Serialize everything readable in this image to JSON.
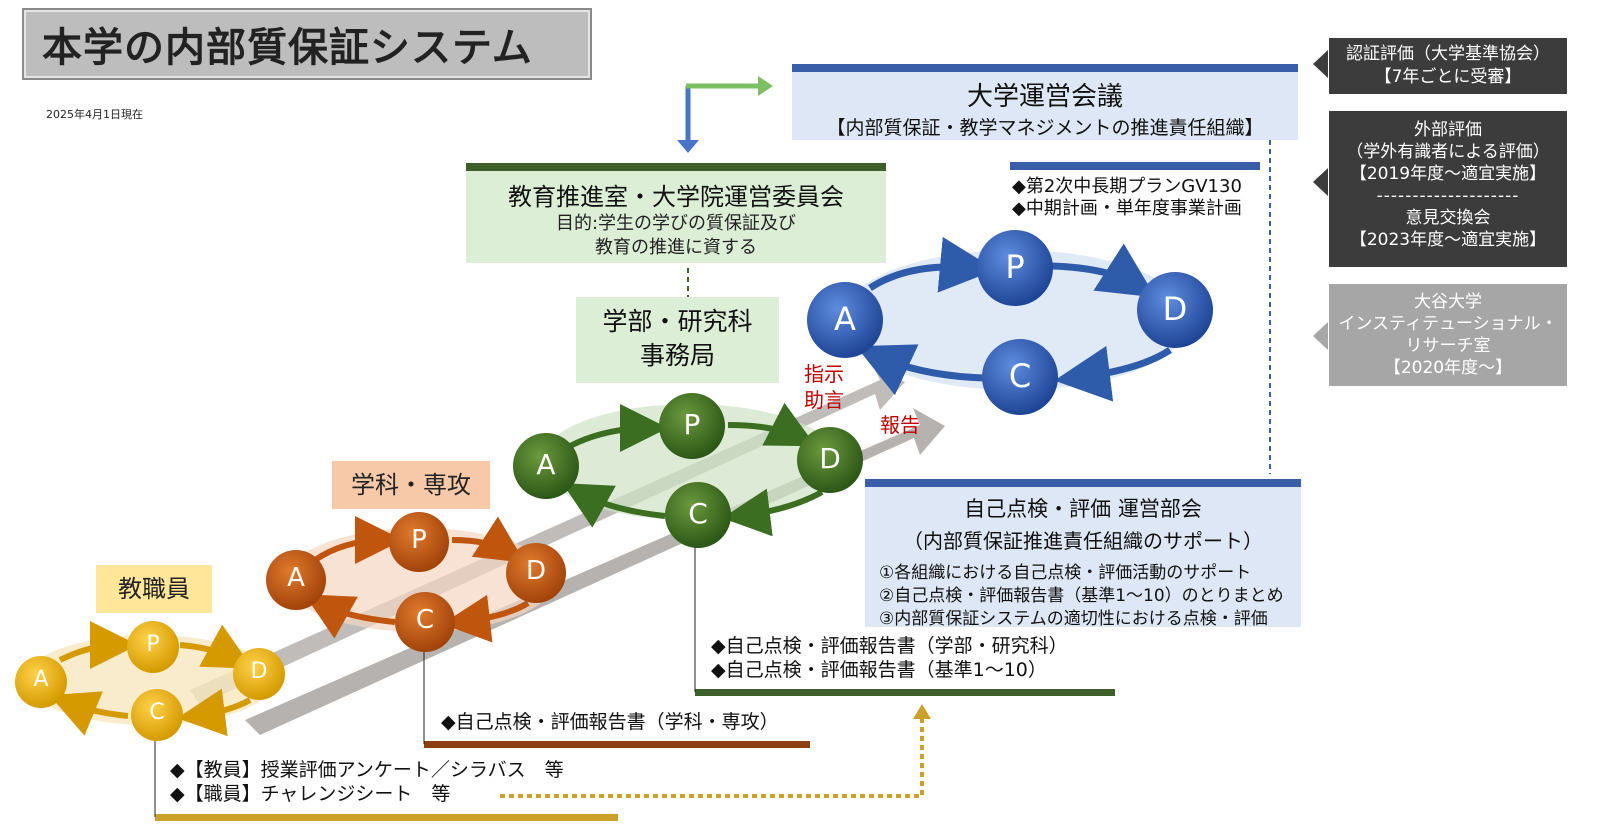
{
  "title": "本学の内部質保証システム",
  "date": "2025年4月1日現在",
  "council": {
    "name": "大学運営会議",
    "subtitle": "【内部質保証・教学マネジメントの推進責任組織】"
  },
  "education_office": {
    "name": "教育推進室・大学院運営委員会",
    "purpose_line1": "目的:学生の学びの質保証及び",
    "purpose_line2": "教育の推進に資する"
  },
  "faculty_office": {
    "line1": "学部・研究科",
    "line2": "事務局"
  },
  "department": "学科・専攻",
  "staff": "教職員",
  "plans": [
    "◆第2次中長期プランGV130",
    "◆中期計画・単年度事業計画"
  ],
  "self_eval": {
    "name": "自己点検・評価 運営部会",
    "subtitle": "（内部質保証推進責任組織のサポート）",
    "items": [
      "①各組織における自己点検・評価活動のサポート",
      "②自己点検・評価報告書（基準1～10）のとりまとめ",
      "③内部質保証システムの適切性における点検・評価"
    ]
  },
  "side": {
    "accreditation_line1": "認証評価（大学基準協会）",
    "accreditation_line2": "【7年ごとに受審】",
    "external_line1": "外部評価",
    "external_line2": "（学外有識者による評価）",
    "external_line3": "【2019年度～適宜実施】",
    "divider": "--------------------",
    "exchange_line1": "意見交換会",
    "exchange_line2": "【2023年度～適宜実施】",
    "ir_line1": "大谷大学",
    "ir_line2": "インスティテューショナル・",
    "ir_line3": "リサーチ室",
    "ir_line4": "【2020年度～】"
  },
  "instruction": {
    "line1": "指示",
    "line2": "助言"
  },
  "report_label": "報告",
  "reports": {
    "faculty_line1": "◆自己点検・評価報告書（学部・研究科）",
    "faculty_line2": "◆自己点検・評価報告書（基準1～10）",
    "department": "◆自己点検・評価報告書（学科・専攻）",
    "staff_line1": "◆【教員】授業評価アンケート／シラバス　等",
    "staff_line2": "◆【職員】チャレンジシート　等"
  },
  "pdca": {
    "p": "P",
    "d": "D",
    "c": "C",
    "a": "A"
  },
  "colors": {
    "blue": "#2f5bab",
    "green": "#3c6e22",
    "orange": "#c0550e",
    "gold": "#d9a400",
    "council_bar": "#3b5ea8",
    "green_bar": "#3f5f2a",
    "brown_bar": "#8b3f12",
    "gold_bar": "#c9a227"
  }
}
